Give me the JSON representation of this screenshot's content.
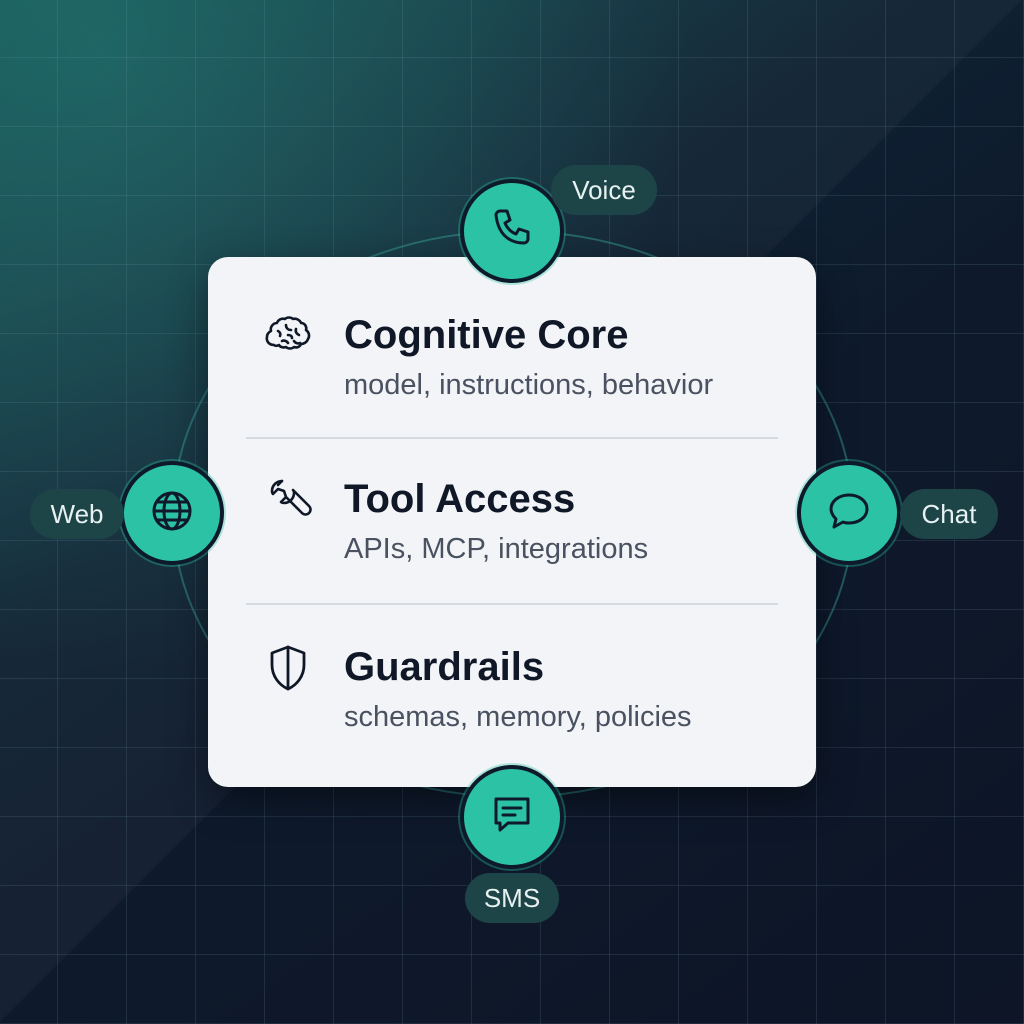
{
  "card": {
    "sections": [
      {
        "icon": "brain-icon",
        "title": "Cognitive Core",
        "subtitle": "model, instructions, behavior"
      },
      {
        "icon": "wrench-icon",
        "title": "Tool Access",
        "subtitle": "APIs, MCP, integrations"
      },
      {
        "icon": "shield-icon",
        "title": "Guardrails",
        "subtitle": "schemas, memory, policies"
      }
    ]
  },
  "channels": {
    "voice": {
      "label": "Voice",
      "icon": "phone-icon"
    },
    "web": {
      "label": "Web",
      "icon": "globe-icon"
    },
    "chat": {
      "label": "Chat",
      "icon": "chat-bubble-icon"
    },
    "sms": {
      "label": "SMS",
      "icon": "message-icon"
    }
  },
  "colors": {
    "accent": "#2cc2a6",
    "pill": "#1d4547",
    "card": "#f2f4f7",
    "background": "#0e1626"
  }
}
